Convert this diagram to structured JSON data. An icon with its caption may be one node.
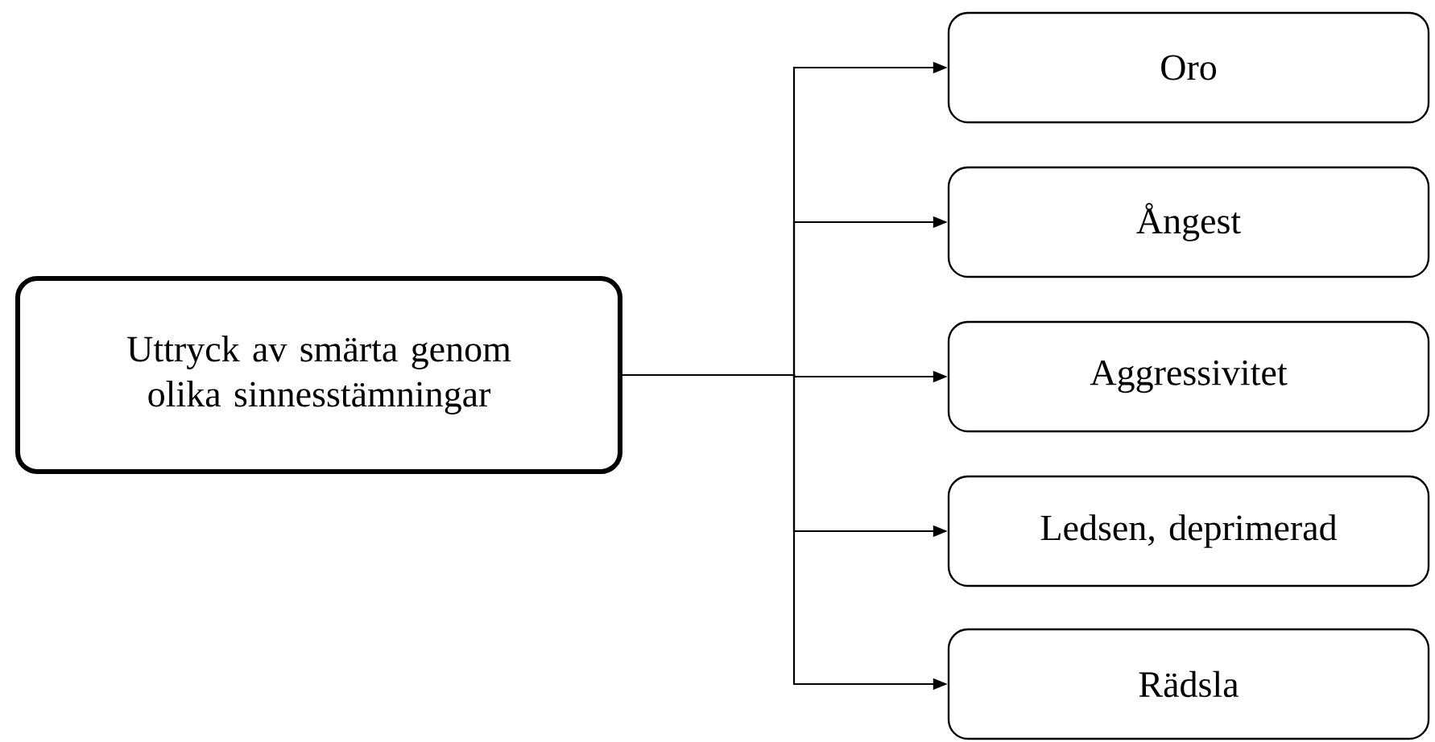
{
  "diagram": {
    "nodes": [
      {
        "text": [
          "Uttryck av smärta genom olika sinnesstämningar"
        ]
      },
      {
        "text": [
          "Oro"
        ]
      },
      {
        "text": [
          "Ångest"
        ]
      },
      {
        "text": [
          "Aggressivitet"
        ]
      },
      {
        "text": [
          "Ledsen, deprimerad"
        ]
      },
      {
        "text": [
          "Rädsla"
        ]
      }
    ],
    "edges": [
      {
        "from": 0,
        "to": 1,
        "arrow": "to"
      },
      {
        "from": 0,
        "to": 2,
        "arrow": "to"
      },
      {
        "from": 0,
        "to": 3,
        "arrow": "to"
      },
      {
        "from": 0,
        "to": 4,
        "arrow": "to"
      },
      {
        "from": 0,
        "to": 5,
        "arrow": "to"
      }
    ]
  }
}
